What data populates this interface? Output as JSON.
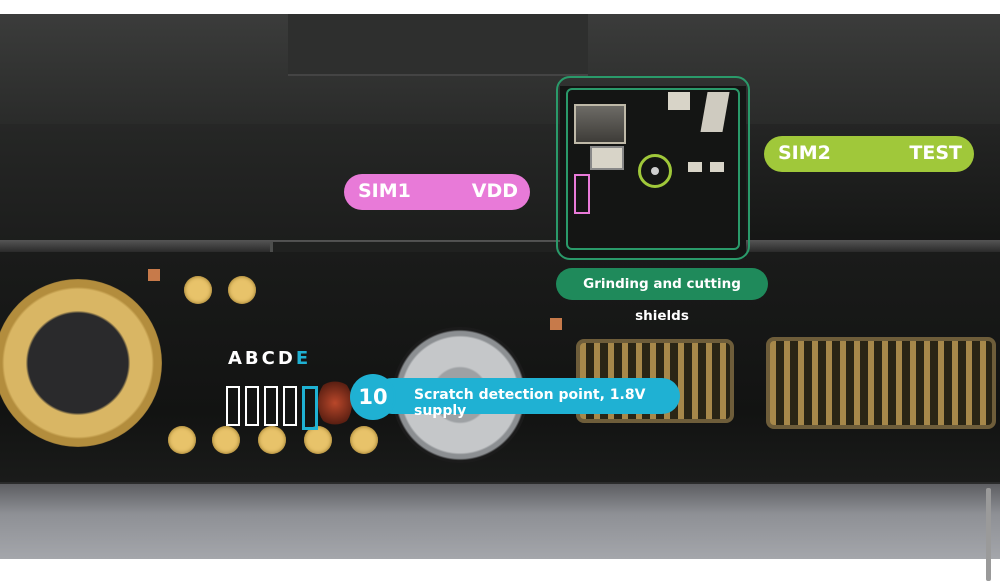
{
  "labels": {
    "sim1": {
      "left": "SIM1",
      "right": "VDD",
      "color": "#e87ad8"
    },
    "sim2": {
      "left": "SIM2",
      "right": "TEST",
      "color": "#a0c83a"
    },
    "grinding": {
      "text": "Grinding and cutting shields",
      "color": "#1f8a5b"
    },
    "scratch": {
      "number": "10",
      "text": "Scratch detection point, 1.8V supply",
      "color": "#1fb1d3"
    },
    "abcde": {
      "main": "ABCD",
      "last": "E"
    }
  },
  "icons": {
    "test_point": "circle-target-icon"
  }
}
